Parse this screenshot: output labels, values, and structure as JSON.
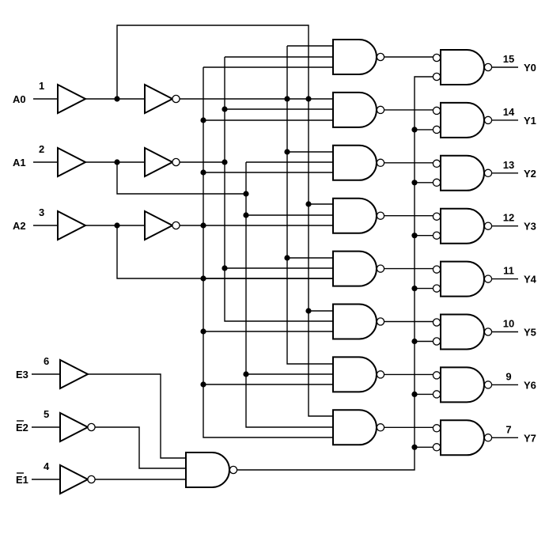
{
  "diagram": {
    "address_inputs": [
      {
        "label": "A0",
        "pin": "1"
      },
      {
        "label": "A1",
        "pin": "2"
      },
      {
        "label": "A2",
        "pin": "3"
      }
    ],
    "enable_inputs": [
      {
        "label": "E3",
        "pin": "6",
        "active_low": false
      },
      {
        "label": "E2",
        "pin": "5",
        "active_low": true
      },
      {
        "label": "E1",
        "pin": "4",
        "active_low": true
      }
    ],
    "outputs": [
      {
        "label": "Y0",
        "pin": "15"
      },
      {
        "label": "Y1",
        "pin": "14"
      },
      {
        "label": "Y2",
        "pin": "13"
      },
      {
        "label": "Y3",
        "pin": "12"
      },
      {
        "label": "Y4",
        "pin": "11"
      },
      {
        "label": "Y5",
        "pin": "10"
      },
      {
        "label": "Y6",
        "pin": "9"
      },
      {
        "label": "Y7",
        "pin": "7"
      }
    ],
    "line_color": "#000000"
  }
}
